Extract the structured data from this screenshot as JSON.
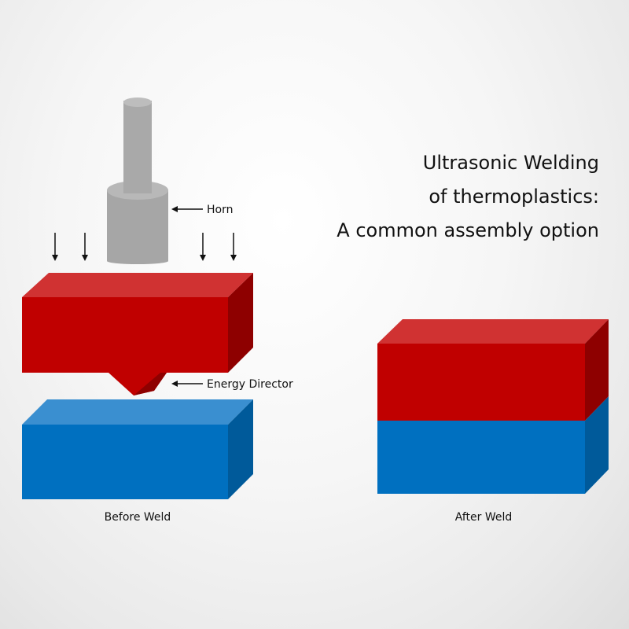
{
  "title": {
    "line1": "Ultrasonic Welding",
    "line2": "of thermoplastics:",
    "line3": "A common assembly option"
  },
  "labels": {
    "horn": "Horn",
    "energy_director": "Energy Director",
    "before_weld": "Before Weld",
    "after_weld": "After Weld"
  },
  "colors": {
    "red_front": "#c00000",
    "red_top": "#d03232",
    "red_side": "#8e0000",
    "blue_front": "#0070c0",
    "blue_top": "#3a8fd0",
    "blue_side": "#005a9a",
    "horn_gray": "#a6a6a6"
  }
}
